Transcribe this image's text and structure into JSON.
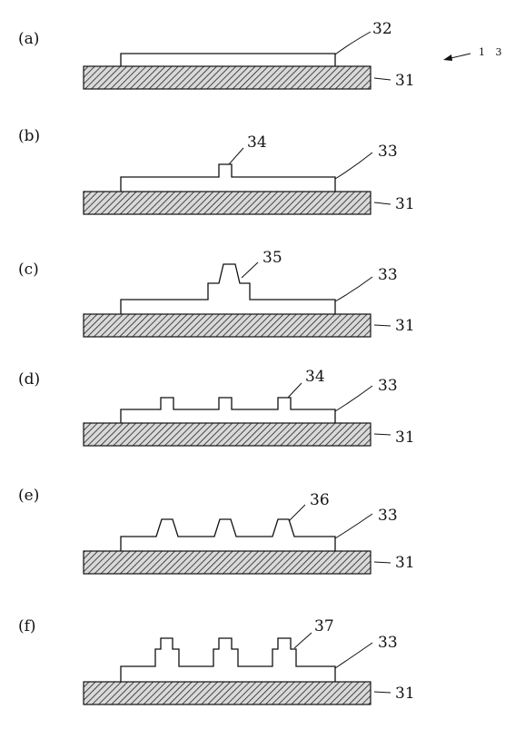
{
  "figure_ref": "1 3",
  "panels": [
    {
      "id": "a",
      "label": "(a)",
      "refs": [
        "32",
        "31"
      ]
    },
    {
      "id": "b",
      "label": "(b)",
      "refs": [
        "34",
        "33",
        "31"
      ]
    },
    {
      "id": "c",
      "label": "(c)",
      "refs": [
        "35",
        "33",
        "31"
      ]
    },
    {
      "id": "d",
      "label": "(d)",
      "refs": [
        "34",
        "33",
        "31"
      ]
    },
    {
      "id": "e",
      "label": "(e)",
      "refs": [
        "36",
        "33",
        "31"
      ]
    },
    {
      "id": "f",
      "label": "(f)",
      "refs": [
        "37",
        "33",
        "31"
      ]
    }
  ]
}
